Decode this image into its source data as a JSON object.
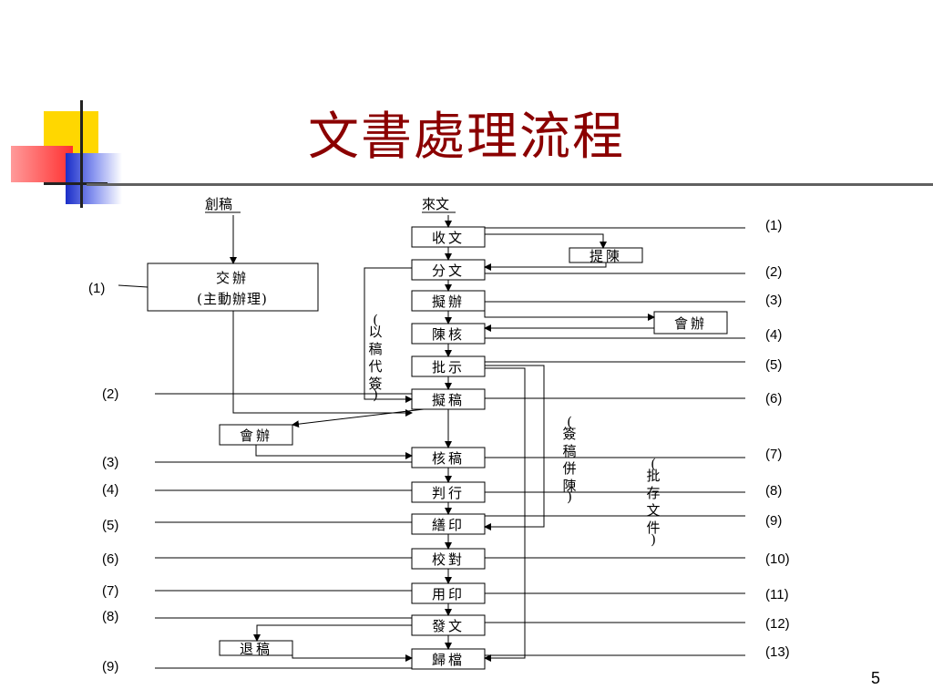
{
  "title": "文書處理流程",
  "page_number": "5",
  "colors": {
    "title": "#8b0000",
    "square_yellow": "#ffd700",
    "square_red": "#ff4040",
    "square_blue": "#2a3fd8"
  },
  "top_labels": {
    "create": "創稿",
    "incoming": "來文"
  },
  "main_steps": [
    "收文",
    "分文",
    "擬辦",
    "陳核",
    "批示",
    "擬稿",
    "核稿",
    "判行",
    "繕印",
    "校對",
    "用印",
    "發文",
    "歸檔"
  ],
  "side_boxes": {
    "tichen": "提陳",
    "huiban_right": "會辦",
    "huiban_left": "會辦",
    "tuigao": "退稿",
    "jiaoban_line1": "交辦",
    "jiaoban_line2": "(主動辦理)"
  },
  "vertical_notes": {
    "yigao": [
      "(",
      "以",
      "稿",
      "代",
      "簽",
      ")"
    ],
    "qiangao": [
      "(",
      "簽",
      "稿",
      "併",
      "陳",
      ")"
    ],
    "picun": [
      "(",
      "批",
      "存",
      "文",
      "件",
      ")"
    ]
  },
  "right_numbers": [
    "(1)",
    "(2)",
    "(3)",
    "(4)",
    "(5)",
    "(6)",
    "(7)",
    "(8)",
    "(9)",
    "(10)",
    "(11)",
    "(12)",
    "(13)"
  ],
  "left_numbers": [
    "(1)",
    "(2)",
    "(3)",
    "(4)",
    "(5)",
    "(6)",
    "(7)",
    "(8)",
    "(9)"
  ]
}
